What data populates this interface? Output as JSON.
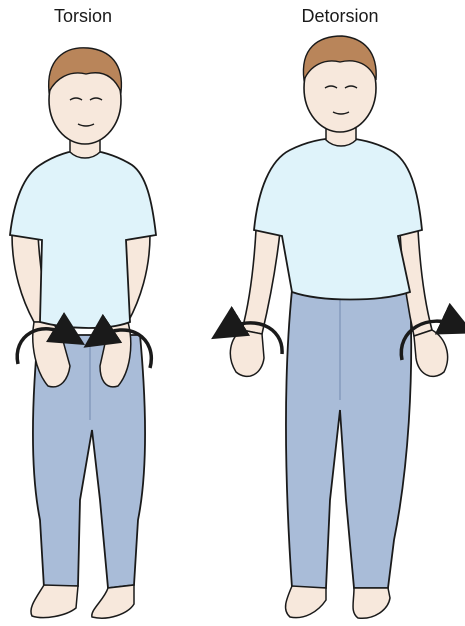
{
  "panels": [
    {
      "label": "Torsion"
    },
    {
      "label": "Detorsion"
    }
  ],
  "colors": {
    "outline": "#1a1a1a",
    "skin": "#f7e8dc",
    "hair": "#b9855a",
    "shirt": "#dff3fa",
    "pants": "#a9bcd8",
    "pants_shade": "#8ea3c4",
    "arrow": "#1a1a1a"
  },
  "figures": [
    {
      "pose": "hands-rotated-inward",
      "arrows": "curved arrows at wrists pointing inward"
    },
    {
      "pose": "hands-rotated-outward",
      "arrows": "curved arrows at hands pointing outward"
    }
  ]
}
